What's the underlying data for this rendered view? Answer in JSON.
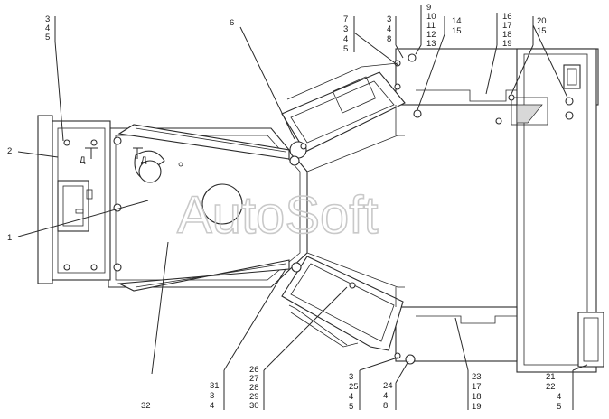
{
  "watermark": "AutoSoft",
  "section_marks": [
    "Д",
    "Д"
  ],
  "callouts": {
    "c1": [
      "3",
      "4",
      "5"
    ],
    "c2": [
      "2"
    ],
    "c3": [
      "1"
    ],
    "c4": [
      "6"
    ],
    "c5": [
      "7",
      "3",
      "4",
      "5"
    ],
    "c6": [
      "3",
      "4",
      "8"
    ],
    "c7": [
      "9",
      "10",
      "11",
      "12",
      "13"
    ],
    "c8": [
      "14",
      "15"
    ],
    "c9": [
      "16",
      "17",
      "18",
      "19"
    ],
    "c10": [
      "20",
      "15"
    ],
    "c11": [
      "32"
    ],
    "c12": [
      "31",
      "3",
      "4"
    ],
    "c13": [
      "26",
      "27",
      "28",
      "29",
      "30"
    ],
    "c14": [
      "3",
      "25",
      "4",
      "5"
    ],
    "c15": [
      "24",
      "4",
      "8"
    ],
    "c16": [
      "23",
      "17",
      "18",
      "19"
    ],
    "c17": [
      "21",
      "22",
      "4",
      "5"
    ]
  }
}
